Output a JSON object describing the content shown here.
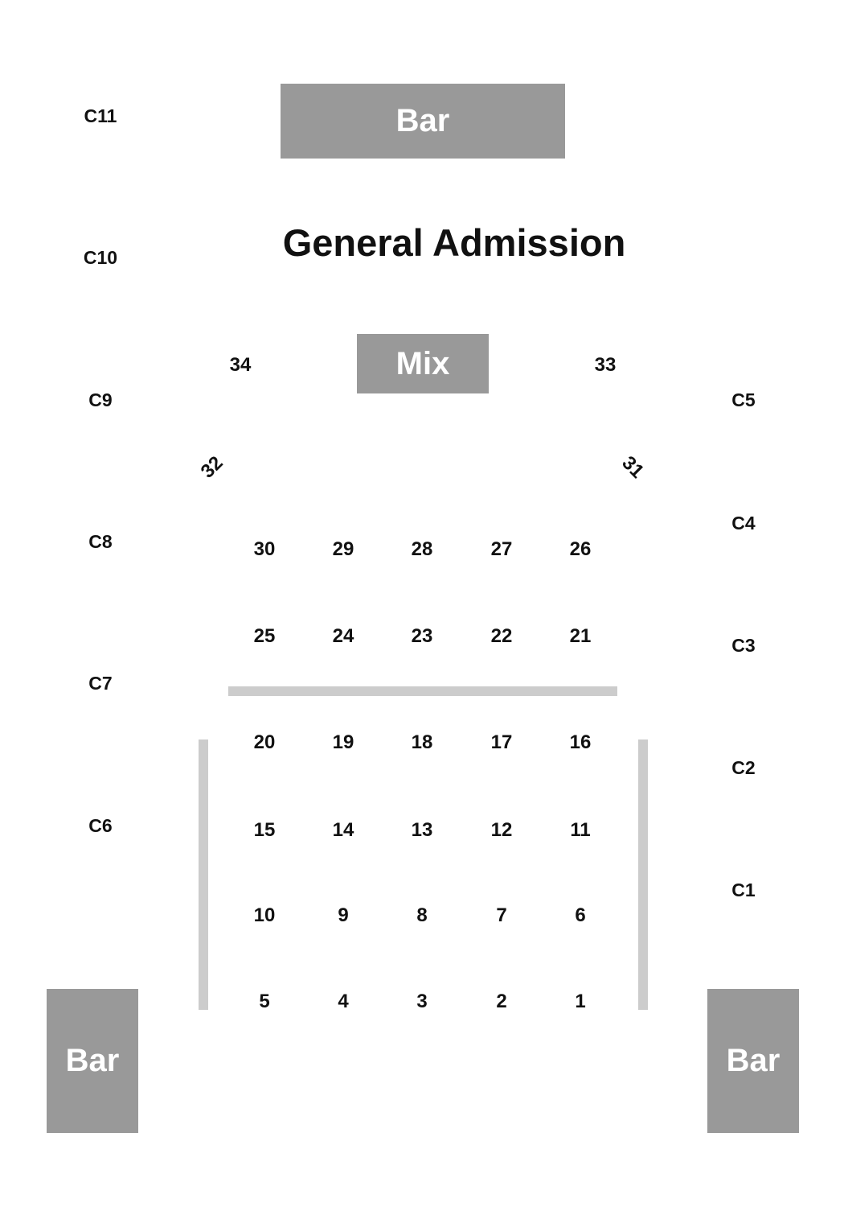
{
  "title": "General Admission",
  "blocks": {
    "bar_top": "Bar",
    "mix": "Mix",
    "bar_left": "Bar",
    "bar_right": "Bar"
  },
  "columns_left": [
    "C11",
    "C10",
    "C9",
    "C8",
    "C7",
    "C6"
  ],
  "columns_right": [
    "C5",
    "C4",
    "C3",
    "C2",
    "C1"
  ],
  "upper_tables": [
    "34",
    "33",
    "32",
    "31"
  ],
  "rows": [
    [
      "30",
      "29",
      "28",
      "27",
      "26"
    ],
    [
      "25",
      "24",
      "23",
      "22",
      "21"
    ],
    [
      "20",
      "19",
      "18",
      "17",
      "16"
    ],
    [
      "15",
      "14",
      "13",
      "12",
      "11"
    ],
    [
      "10",
      "9",
      "8",
      "7",
      "6"
    ],
    [
      "5",
      "4",
      "3",
      "2",
      "1"
    ]
  ],
  "colors": {
    "block": "#999999",
    "rail": "#cccccc",
    "text": "#111111"
  }
}
